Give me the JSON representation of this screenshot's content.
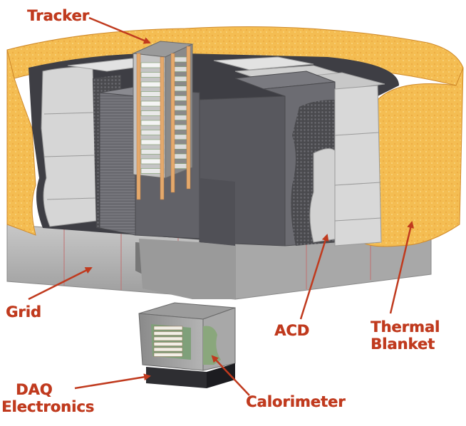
{
  "label_color": "#c03a1e",
  "colors": {
    "blanket": "#f4bd52",
    "blanket_light": "#fbd98a",
    "blanket_dark": "#e49a2e",
    "tile_light": "#dcdcdc",
    "tile_mid": "#b8b8b8",
    "panel_dark": "#5a5a60",
    "panel_mid": "#77777d",
    "grid_base": "#b4b4b4",
    "tracker_bars": "#e4a96c"
  },
  "labels": {
    "tracker": "Tracker",
    "grid": "Grid",
    "acd": "ACD",
    "thermal_line1": "Thermal",
    "thermal_line2": "Blanket",
    "daq_line1": "DAQ",
    "daq_line2": "Electronics",
    "calorimeter": "Calorimeter"
  }
}
